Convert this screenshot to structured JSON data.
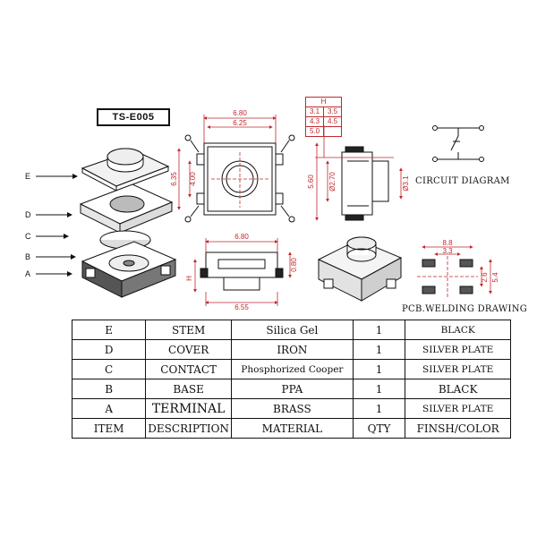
{
  "model": "TS-E005",
  "part_letters": [
    "E",
    "D",
    "C",
    "B",
    "A"
  ],
  "captions": {
    "circuit": "CIRCUIT DIAGRAM",
    "pcb": "PCB.WELDING DRAWING"
  },
  "h_table": {
    "header": "H",
    "rows": [
      [
        "3.1",
        "3.5"
      ],
      [
        "4.3",
        "4.5"
      ],
      [
        "5.0",
        ""
      ]
    ]
  },
  "dimensions": {
    "top_width": "6.80",
    "top_inner": "6.25",
    "top_height": "6.35",
    "top_inner_height": "4.00",
    "side_height": "5.60",
    "side_diameter": "Ø2.70",
    "side_d2": "Ø3.1",
    "front_width": "6.80",
    "front_height": "0.80",
    "front_h": "H",
    "front_bottom": "6.55",
    "pcb_outer": "8.8",
    "pcb_inner": "3.3",
    "pcb_v1": "2.6",
    "pcb_v2": "5.4"
  },
  "bom": {
    "rows": [
      {
        "item": "E",
        "description": "STEM",
        "material": "Silica Gel",
        "qty": "1",
        "finish": "BLACK"
      },
      {
        "item": "D",
        "description": "COVER",
        "material": "IRON",
        "qty": "1",
        "finish": "SILVER PLATE"
      },
      {
        "item": "C",
        "description": "CONTACT",
        "material": "Phosphorized Cooper",
        "qty": "1",
        "finish": "SILVER PLATE"
      },
      {
        "item": "B",
        "description": "BASE",
        "material": "PPA",
        "qty": "1",
        "finish": "BLACK"
      },
      {
        "item": "A",
        "description": "TERMINAL",
        "material": "BRASS",
        "qty": "1",
        "finish": "SILVER PLATE"
      }
    ],
    "header": {
      "item": "ITEM",
      "description": "DESCRIPTION",
      "material": "MATERIAL",
      "qty": "QTY",
      "finish": "FINSH/COLOR"
    }
  },
  "colors": {
    "dimension": "#c0282f",
    "line": "#111111"
  }
}
